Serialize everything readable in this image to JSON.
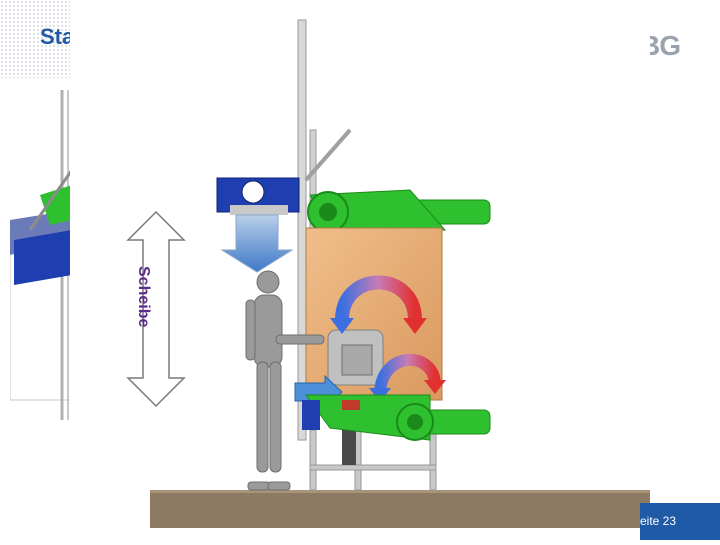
{
  "slide": {
    "title": "Sta",
    "logo_text": "BG",
    "page_label": "eite 23",
    "scheibe_label": "Scheibe"
  },
  "colors": {
    "title_blue": "#1f5aa6",
    "machine_blue": "#1f3fb0",
    "machine_green": "#2ec02e",
    "wood_panel": "#e8b07a",
    "floor": "#8c7a63",
    "frame_gray": "#bdbdbd",
    "figure_gray": "#9a9a9a",
    "label_purple": "#5c2d8c"
  },
  "icons": [
    "double-headed-arrow-icon",
    "down-arrow-icon",
    "right-arrow-icon",
    "curved-airflow-arrow-icon"
  ]
}
